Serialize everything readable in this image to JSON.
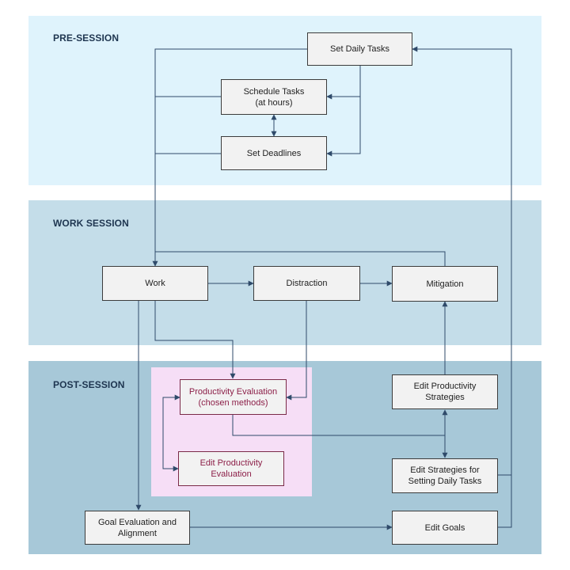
{
  "sections": {
    "pre": "PRE-SESSION",
    "work": "WORK SESSION",
    "post": "POST-SESSION"
  },
  "nodes": {
    "set_daily_tasks": "Set Daily Tasks",
    "schedule_tasks": "Schedule Tasks\n(at hours)",
    "set_deadlines": "Set Deadlines",
    "work": "Work",
    "distraction": "Distraction",
    "mitigation": "Mitigation",
    "productivity_evaluation": "Productivity Evaluation\n(chosen methods)",
    "edit_productivity_evaluation": "Edit Productivity\nEvaluation",
    "edit_productivity_strategies": "Edit Productivity\nStrategies",
    "edit_strategies_daily_tasks": "Edit Strategies for\nSetting Daily Tasks",
    "goal_evaluation": "Goal Evaluation and\nAlignment",
    "edit_goals": "Edit Goals"
  },
  "colors": {
    "edge": "#2f4a6a",
    "pink_text": "#8c1f48"
  }
}
